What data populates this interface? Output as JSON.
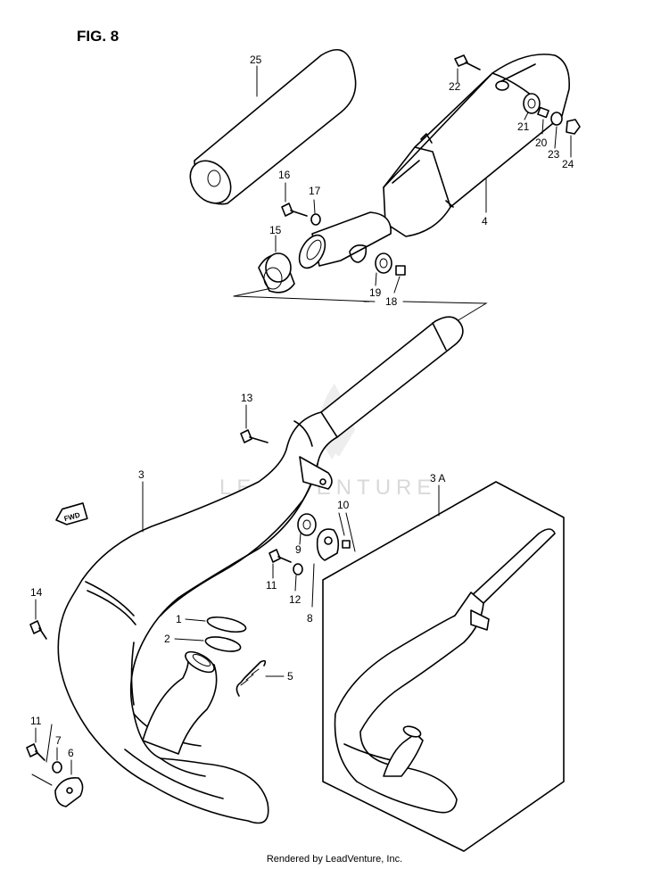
{
  "figure": {
    "title": "FIG. 8"
  },
  "watermark": {
    "text": "LEADVENTURE"
  },
  "fwd_label": "FWD",
  "callouts": {
    "c1": "1",
    "c2": "2",
    "c3": "3",
    "c3a": "3 A",
    "c4": "4",
    "c5": "5",
    "c6": "6",
    "c7": "7",
    "c8": "8",
    "c9": "9",
    "c10": "10",
    "c11a": "11",
    "c11b": "11",
    "c12": "12",
    "c13": "13",
    "c14": "14",
    "c15": "15",
    "c16": "16",
    "c17": "17",
    "c18": "18",
    "c19": "19",
    "c20": "20",
    "c21": "21",
    "c22": "22",
    "c23": "23",
    "c24": "24",
    "c25": "25"
  },
  "footer": {
    "text": "Rendered by LeadVenture, Inc."
  }
}
